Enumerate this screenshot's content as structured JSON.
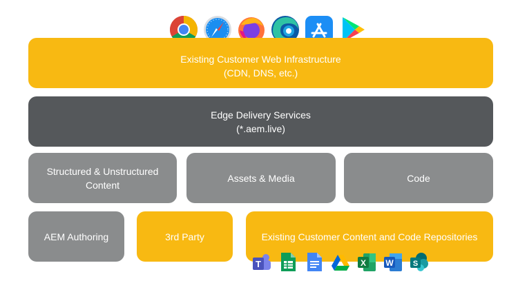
{
  "browsers": [
    {
      "icon": "chrome-icon"
    },
    {
      "icon": "safari-icon"
    },
    {
      "icon": "firefox-icon"
    },
    {
      "icon": "edge-icon"
    },
    {
      "icon": "app-store-icon"
    },
    {
      "icon": "google-play-icon"
    }
  ],
  "layers": {
    "infrastructure": {
      "line1": "Existing Customer Web Infrastructure",
      "line2": "(CDN, DNS, etc.)"
    },
    "edge": {
      "line1": "Edge Delivery Services",
      "line2": "(*.aem.live)"
    },
    "content": {
      "line1": "Structured & Unstructured",
      "line2": "Content"
    },
    "assets": {
      "label": "Assets & Media"
    },
    "code": {
      "label": "Code"
    },
    "authoring": {
      "label": "AEM Authoring"
    },
    "third_party": {
      "label": "3rd Party"
    },
    "repositories": {
      "label": "Existing Customer Content and Code Repositories"
    }
  },
  "apps": [
    {
      "icon": "teams-icon",
      "letter": "T"
    },
    {
      "icon": "google-sheets-icon"
    },
    {
      "icon": "google-docs-icon"
    },
    {
      "icon": "google-drive-icon"
    },
    {
      "icon": "excel-icon",
      "letter": "X"
    },
    {
      "icon": "word-icon",
      "letter": "W"
    },
    {
      "icon": "sharepoint-icon",
      "letter": "S"
    }
  ],
  "colors": {
    "yellow": "#F8B912",
    "dark": "#55585B",
    "grey": "#8A8C8D"
  }
}
